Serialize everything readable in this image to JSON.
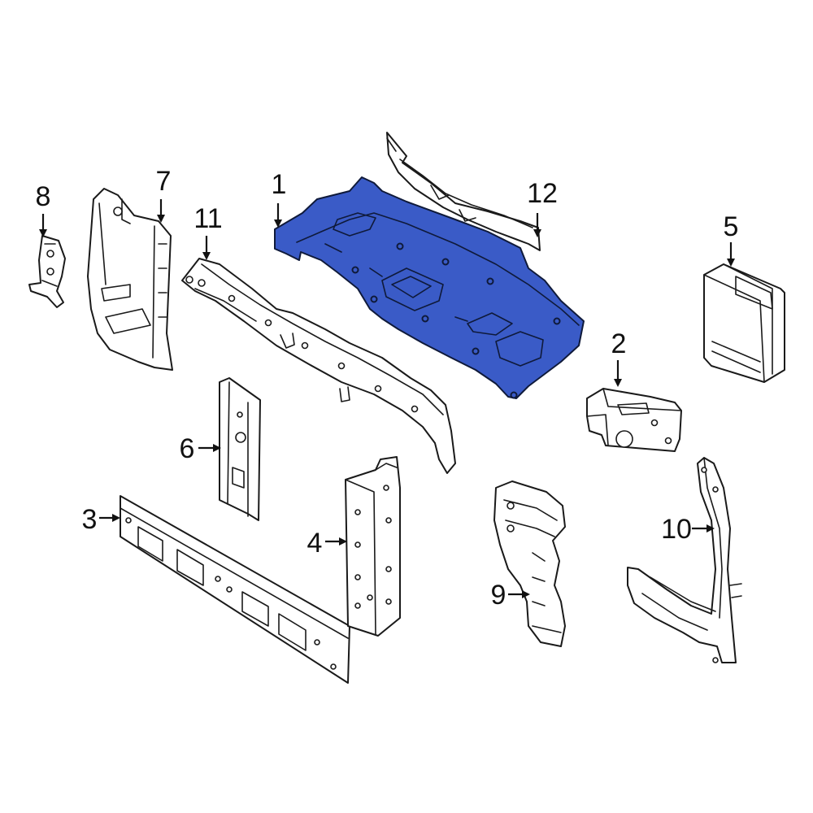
{
  "colors": {
    "highlight": "#3a5bc7",
    "outline": "#1a1a1a",
    "background": "#ffffff"
  },
  "highlighted_part": "1",
  "callouts": [
    {
      "id": "c1",
      "label": "1",
      "part": "main-panel"
    },
    {
      "id": "c2",
      "label": "2",
      "part": "mount-bracket"
    },
    {
      "id": "c3",
      "label": "3",
      "part": "lower-tie-bar"
    },
    {
      "id": "c4",
      "label": "4",
      "part": "vertical-support-right"
    },
    {
      "id": "c5",
      "label": "5",
      "part": "control-module"
    },
    {
      "id": "c6",
      "label": "6",
      "part": "vertical-support-center"
    },
    {
      "id": "c7",
      "label": "7",
      "part": "side-deflector"
    },
    {
      "id": "c8",
      "label": "8",
      "part": "small-bracket"
    },
    {
      "id": "c9",
      "label": "9",
      "part": "side-bracket"
    },
    {
      "id": "c10",
      "label": "10",
      "part": "side-frame-bracket"
    },
    {
      "id": "c11",
      "label": "11",
      "part": "upper-tie-bar"
    },
    {
      "id": "c12",
      "label": "12",
      "part": "upper-reinforcement"
    }
  ]
}
